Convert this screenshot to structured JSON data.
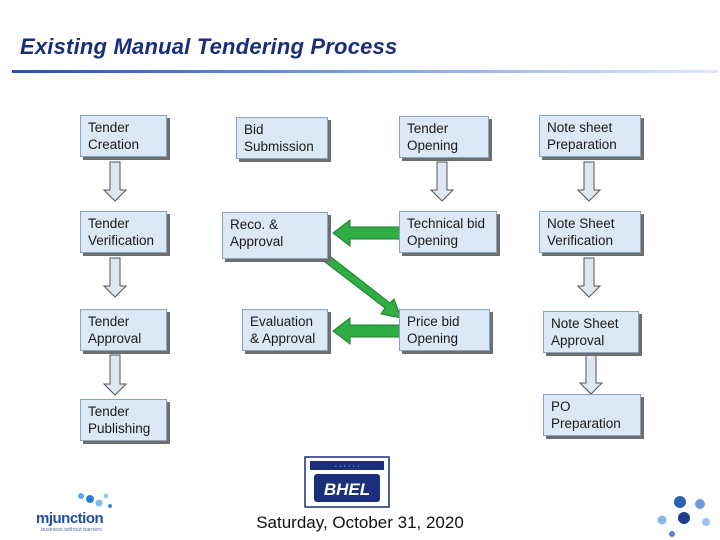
{
  "title": "Existing Manual Tendering Process",
  "nodes": {
    "tender_creation": "Tender\nCreation",
    "tender_verification": "Tender\nVerification",
    "tender_approval": "Tender\nApproval",
    "tender_publishing": "Tender\nPublishing",
    "bid_submission": "Bid\nSubmission",
    "reco_approval": "Reco. &\nApproval",
    "evaluation_approval": "Evaluation\n& Approval",
    "tender_opening": "Tender\nOpening",
    "technical_bid_opening": "Technical bid\nOpening",
    "price_bid_opening": "Price bid\nOpening",
    "note_sheet_preparation": "Note sheet\nPreparation",
    "note_sheet_verification": "Note Sheet\nVerification",
    "note_sheet_approval": "Note Sheet\nApproval",
    "po_preparation": "PO\nPreparation"
  },
  "logos": {
    "mjunction_name": "mjunction",
    "mjunction_tagline": "business without barriers",
    "bhel_name": "BHEL"
  },
  "date": "Saturday, October 31, 2020",
  "colors": {
    "title": "#1a2e7a",
    "box_fill": "#dbe8f5",
    "arrow_gray": "#dfe8f0",
    "arrow_green": "#2fae45",
    "bhel_blue": "#1b2f7c"
  }
}
